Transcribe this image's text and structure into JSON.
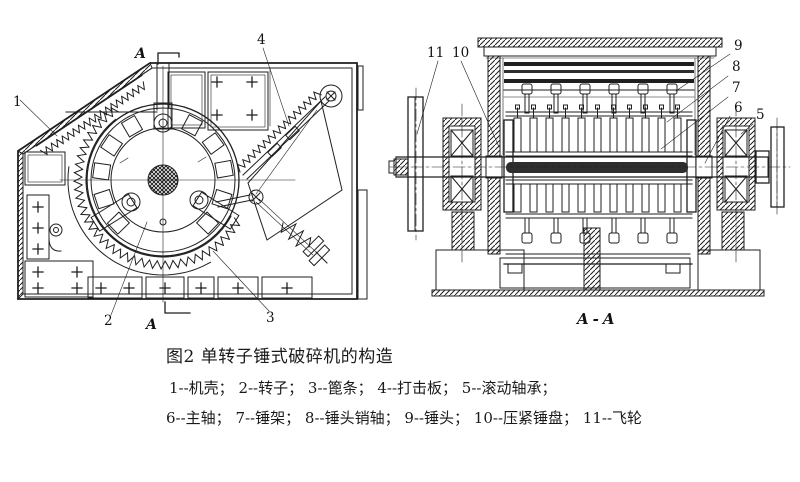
{
  "colors": {
    "background": "#ffffff",
    "ink": "#1f1f1f"
  },
  "figure": {
    "title": "图2 单转子锤式破碎机的构造",
    "legend_line_1": "1--机壳； 2--转子； 3--篦条； 4--打击板； 5--滚动轴承；",
    "legend_line_2": "6--主轴； 7--锤架； 8--锤头销轴； 9--锤头； 10--压紧锤盘； 11--飞轮",
    "left_view": {
      "section_top": "A",
      "section_bottom": "A",
      "callouts": {
        "c1": "1",
        "c2": "2",
        "c3": "3",
        "c4": "4"
      }
    },
    "right_view": {
      "callouts": {
        "c5": "5",
        "c6": "6",
        "c7": "7",
        "c8": "8",
        "c9": "9",
        "c10": "10",
        "c11": "11"
      },
      "section_caption": "A-A"
    }
  }
}
